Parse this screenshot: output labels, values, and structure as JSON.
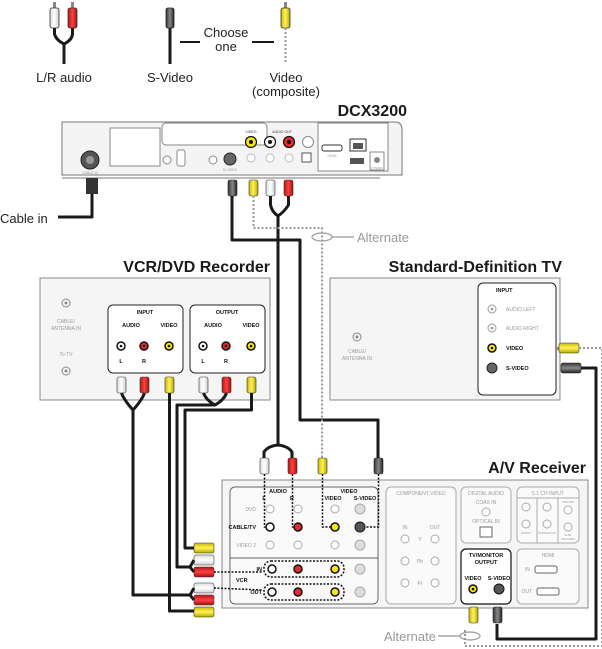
{
  "legend": {
    "lr_audio": "L/R audio",
    "s_video": "S-Video",
    "choose": "Choose",
    "one": "one",
    "video": "Video",
    "composite": "(composite)"
  },
  "devices": {
    "dcx": {
      "title": "DCX3200",
      "cable_in": "Cable in",
      "ports": {
        "cable_in": "CABLE IN",
        "video": "VIDEO",
        "audio_out": "AUDIO OUT",
        "svideo": "S-VIDEO",
        "hdmi": "HDMI",
        "power": "POWER"
      }
    },
    "vcr": {
      "title": "VCR/DVD Recorder",
      "cable_antenna": [
        "CABLE/",
        "ANTENNA IN"
      ],
      "to_tv": "To TV",
      "input": "INPUT",
      "output": "OUTPUT",
      "audio": "AUDIO",
      "video": "VIDEO",
      "l": "L",
      "r": "R"
    },
    "tv": {
      "title": "Standard-Definition TV",
      "cable_antenna": [
        "CABLE/",
        "ANTENNA IN"
      ],
      "input": "INPUT",
      "audio_left": "AUDIO LEFT",
      "audio_right": "AUDIO RIGHT",
      "video": "VIDEO",
      "svideo": "S-VIDEO"
    },
    "receiver": {
      "title": "A/V Receiver",
      "audio": "AUDIO",
      "l": "L",
      "r": "R",
      "video_head": "VIDEO",
      "video": "VIDEO",
      "svideo": "S-VIDEO",
      "dvd": "DVD",
      "cable_tv": "CABLE/TV",
      "video2": "VIDEO 2",
      "vcr": "VCR",
      "in": "IN",
      "out": "OUT",
      "component_video": "COMPONENT VIDEO",
      "comp_in": "IN",
      "comp_out": "OUT",
      "y": "Y",
      "pb": "Pb",
      "pr": "Pr",
      "digital_audio": "DIGITAL AUDIO",
      "coax_in": "COAX IN",
      "optical_in": "OPTICAL IN",
      "ch_input": "5.1 CH INPUT",
      "front": "FRONT",
      "surround": "SURROUND",
      "center": "CENTER",
      "subwoofer": [
        "SUB-",
        "WOOFER"
      ],
      "tv_monitor": [
        "TV/MONITOR",
        "OUTPUT"
      ],
      "mon_video": "VIDEO",
      "mon_svideo": "S-VIDEO",
      "hdmi": "HDMI",
      "hdmi_in": "IN",
      "hdmi_out": "OUT"
    }
  },
  "alternate_top": "Alternate",
  "alternate_bottom": "Alternate",
  "colors": {
    "white_plug": "#ffffff",
    "red_plug": "#e32b2b",
    "yellow_plug": "#f5e51a",
    "svideo_plug": "#555555",
    "cable": "#1a1a1a",
    "alternate_line": "#999999"
  }
}
